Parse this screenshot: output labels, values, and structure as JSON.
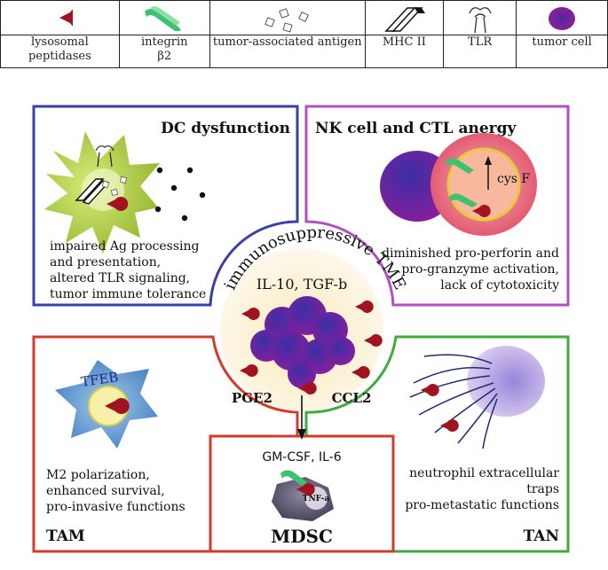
{
  "legend": [
    {
      "icon": "lysosomal-peptidase-icon",
      "label": "lysosomal peptidases"
    },
    {
      "icon": "integrin-icon",
      "label": "integrin",
      "sublabel": "β2"
    },
    {
      "icon": "tumor-associated-antigen-icon",
      "label": "tumor-associated antigen"
    },
    {
      "icon": "mhc-ii-icon",
      "label": "MHC II"
    },
    {
      "icon": "tlr-icon",
      "label": "TLR"
    },
    {
      "icon": "tumor-cell-icon",
      "label": "tumor cell"
    }
  ],
  "panels": {
    "dc": {
      "title": "DC dysfunction",
      "desc": [
        "impaired Ag processing",
        "and presentation,",
        "altered TLR signaling,",
        "tumor immune tolerance"
      ],
      "border_color": "#3b3fa8"
    },
    "nk": {
      "title": "NK cell and CTL anergy",
      "cell_label": "cys F",
      "desc": [
        "diminished pro-perforin and",
        "pro-granzyme activation,",
        "lack of cytotoxicity"
      ],
      "border_color": "#b04fc0"
    },
    "tam": {
      "label": "TFEB",
      "desc": [
        "M2 polarization,",
        "enhanced survival,",
        "pro-invasive functions"
      ],
      "title": "TAM",
      "border_color": "#d23a2a"
    },
    "tan": {
      "desc": [
        "neutrophil extracellular",
        "traps",
        "pro-metastatic functions"
      ],
      "title": "TAN",
      "border_color": "#3faa3f"
    },
    "mdsc": {
      "top": "GM-CSF, IL-6",
      "cell_label": "TNF-a",
      "title": "MDSC",
      "border_color": "#d23a2a"
    }
  },
  "center": {
    "arc_text": "immunosuppressive TME",
    "cytokines": "IL-10, TGF-b",
    "left_label": "PGE2",
    "right_label": "CCL2"
  },
  "colors": {
    "peptidase": "#a3121f",
    "tumor": "#6a1d8f",
    "dc_body": "#a4c63c",
    "tam_body": "#5b93c9",
    "nk_cell": "#e86a7a",
    "integrin": "#3fc26f",
    "tme_glow": "#fbf2d6"
  }
}
